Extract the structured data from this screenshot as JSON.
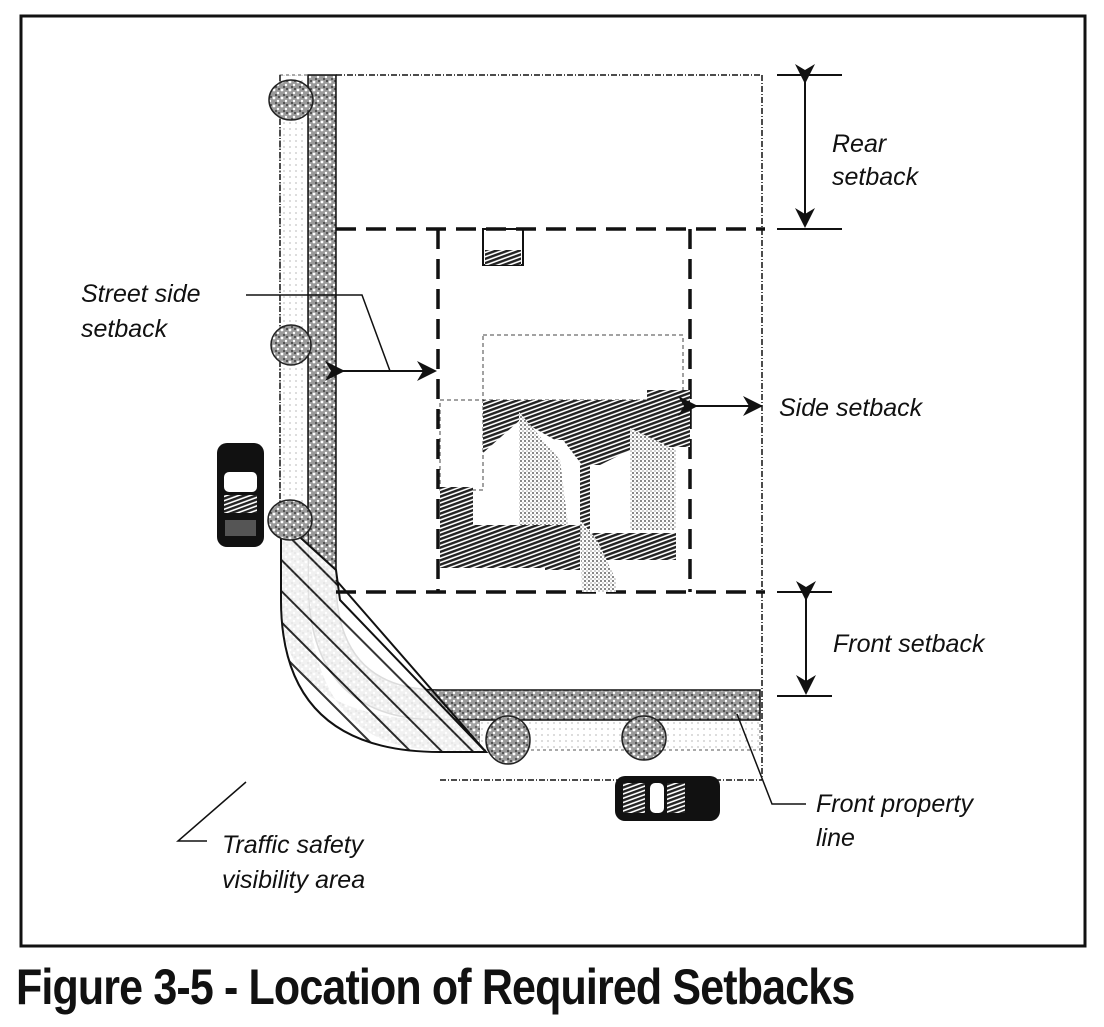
{
  "figure": {
    "caption": "Figure 3-5 - Location of Required Setbacks",
    "labels": {
      "rear_setback_line1": "Rear",
      "rear_setback_line2": "setback",
      "street_side_line1": "Street side",
      "street_side_line2": "setback",
      "side_setback": "Side setback",
      "front_setback": "Front setback",
      "front_property_line1": "Front property",
      "front_property_line2": "line",
      "traffic_line1": "Traffic safety",
      "traffic_line2": "visibility area"
    }
  },
  "colors": {
    "ink": "#111111",
    "paper": "#ffffff",
    "roof_dark": "#555555",
    "roof_light": "#bdbdbd",
    "sidewalk": "#e6e6e6"
  }
}
